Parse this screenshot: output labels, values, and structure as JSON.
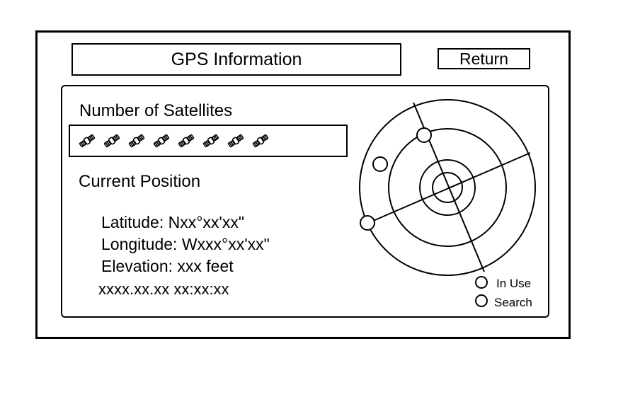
{
  "header": {
    "title": "GPS Information",
    "return_label": "Return"
  },
  "satellites": {
    "heading": "Number of Satellites",
    "count": 8,
    "icon": "satellite-icon"
  },
  "position": {
    "heading": "Current Position",
    "latitude": "Latitude: Nxx°xx'xx\"",
    "longitude": "Longitude: Wxxx°xx'xx\"",
    "elevation": "Elevation: xxx feet",
    "datetime": "xxxx.xx.xx xx:xx:xx"
  },
  "legend": {
    "in_use": "In Use",
    "search": "Search"
  },
  "colors": {
    "stroke": "#000000",
    "background": "#ffffff"
  }
}
